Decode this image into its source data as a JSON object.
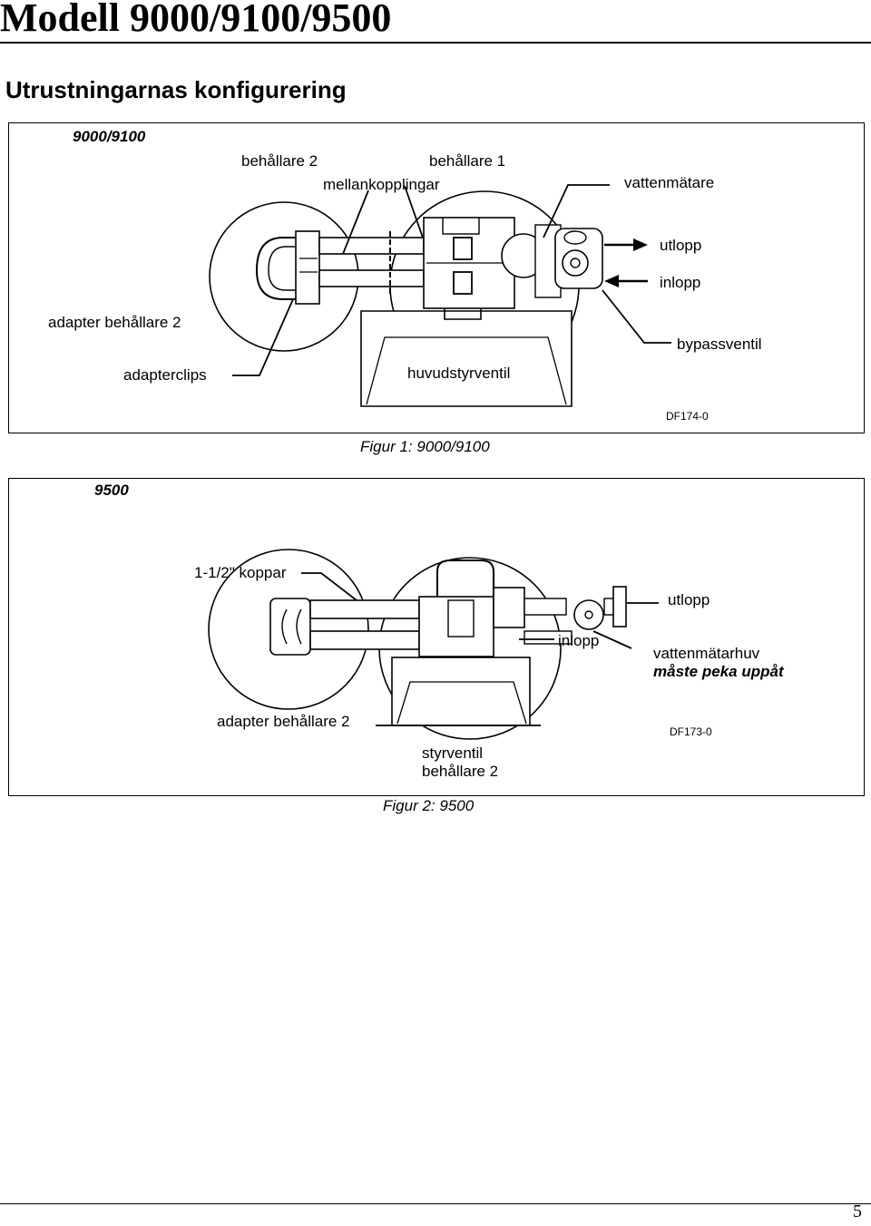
{
  "header": {
    "title": "Modell 9000/9100/9500",
    "section_title": "Utrustningarnas konfigurering"
  },
  "figure1": {
    "model_label": "9000/9100",
    "labels": {
      "tank2": "behållare 2",
      "tank1": "behållare 1",
      "interconnect": "mellankopplingar",
      "water_meter": "vattenmätare",
      "outlet": "utlopp",
      "inlet": "inlopp",
      "adapter_tank2": "adapter behållare 2",
      "bypass": "bypassventil",
      "adapter_clips": "adapterclips",
      "main_valve": "huvudstyrventil"
    },
    "code": "DF174-0",
    "caption_prefix": "Figur 1: ",
    "caption_model": "9000/9100"
  },
  "figure2": {
    "model_label": "9500",
    "labels": {
      "copper": "1-1/2\" koppar",
      "outlet": "utlopp",
      "inlet": "inlopp",
      "meter_cap_line1": "vattenmätarhuv",
      "meter_cap_line2": "måste peka uppåt",
      "adapter_tank2": "adapter behållare 2",
      "control_valve_line1": "styrventil",
      "control_valve_line2": "behållare 2"
    },
    "code": "DF173-0",
    "caption_prefix": "Figur 2: ",
    "caption_model": "9500"
  },
  "page_number": "5"
}
